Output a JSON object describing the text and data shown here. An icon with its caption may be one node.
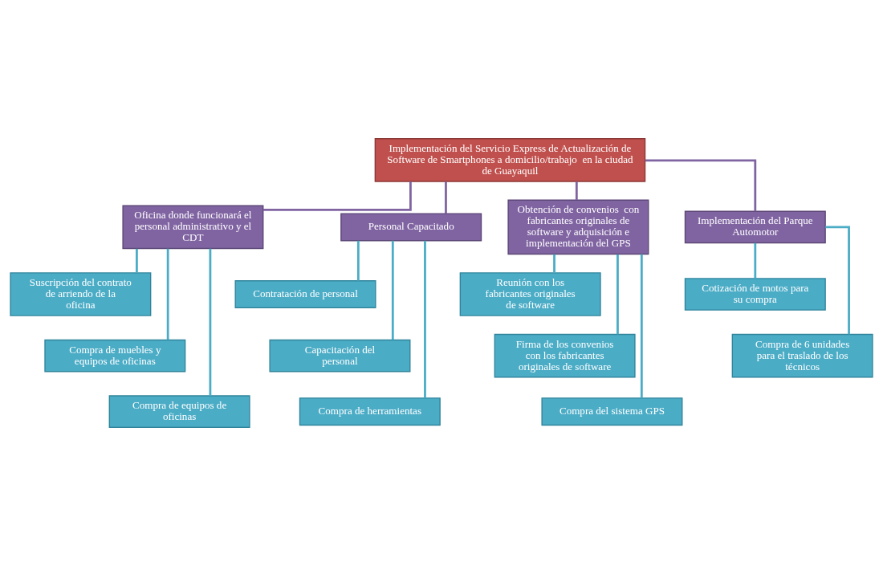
{
  "diagram": {
    "nodes": [
      {
        "text": [
          "Implementación del Servicio Express de Actualización de Software de Smartphones a domicilio/trabajo  en la ciudad de Guayaquil"
        ]
      },
      {
        "text": [
          "Oficina donde funcionará el personal administrativo y el CDT"
        ]
      },
      {
        "text": [
          "Personal Capacitado"
        ]
      },
      {
        "text": [
          "Obtención de convenios  con fabricantes originales de software y adquisición e implementación del GPS"
        ]
      },
      {
        "text": [
          "Implementación del Parque Automotor"
        ]
      },
      {
        "text": [
          "Suscripción del contrato de arriendo de la oficina"
        ]
      },
      {
        "text": [
          "Compra de muebles y equipos de oficinas"
        ]
      },
      {
        "text": [
          "Compra de equipos de oficinas"
        ]
      },
      {
        "text": [
          "Contratación de personal"
        ]
      },
      {
        "text": [
          "Capacitación del personal"
        ]
      },
      {
        "text": [
          "Compra de herramientas"
        ]
      },
      {
        "text": [
          "Reunión con los fabricantes originales de software"
        ]
      },
      {
        "text": [
          "Firma de los convenios con los fabricantes originales de software"
        ]
      },
      {
        "text": [
          "Compra del sistema GPS"
        ]
      },
      {
        "text": [
          "Cotización de motos para su compra"
        ]
      },
      {
        "text": [
          "Compra de 6 unidades para el traslado de los técnicos"
        ]
      }
    ],
    "edges": [
      {
        "from": 0,
        "to": 1,
        "arrow": "none",
        "color": "#8064a2"
      },
      {
        "from": 0,
        "to": 2,
        "arrow": "none",
        "color": "#8064a2"
      },
      {
        "from": 0,
        "to": 3,
        "arrow": "none",
        "color": "#8064a2"
      },
      {
        "from": 0,
        "to": 4,
        "arrow": "none",
        "color": "#8064a2"
      },
      {
        "from": 1,
        "to": 5,
        "arrow": "none"
      },
      {
        "from": 1,
        "to": 6,
        "arrow": "none"
      },
      {
        "from": 1,
        "to": 7,
        "arrow": "none"
      },
      {
        "from": 2,
        "to": 8,
        "arrow": "none"
      },
      {
        "from": 2,
        "to": 9,
        "arrow": "none"
      },
      {
        "from": 2,
        "to": 10,
        "arrow": "none"
      },
      {
        "from": 3,
        "to": 11,
        "arrow": "none"
      },
      {
        "from": 3,
        "to": 12,
        "arrow": "none"
      },
      {
        "from": 3,
        "to": 13,
        "arrow": "none"
      },
      {
        "from": 4,
        "to": 14,
        "arrow": "none"
      },
      {
        "from": 4,
        "to": 15,
        "arrow": "none"
      }
    ]
  }
}
